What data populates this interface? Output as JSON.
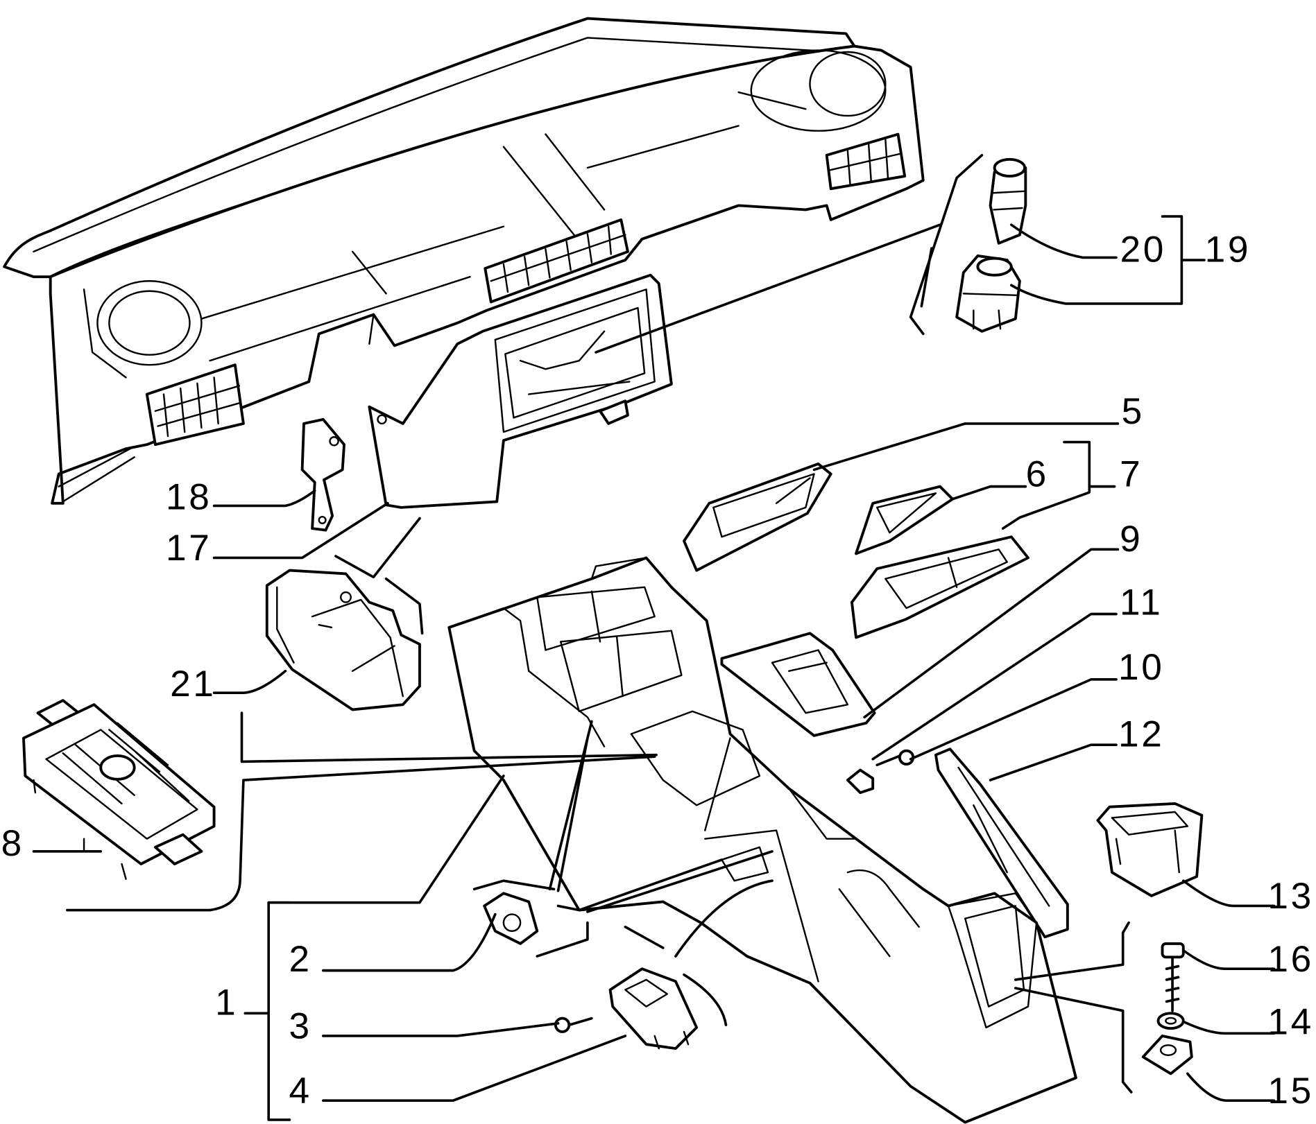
{
  "labels": [
    "20",
    "19",
    "5",
    "6",
    "7",
    "9",
    "11",
    "10",
    "12",
    "13",
    "16",
    "14",
    "15",
    "18",
    "17",
    "21",
    "8",
    "1",
    "2",
    "3",
    "4"
  ]
}
